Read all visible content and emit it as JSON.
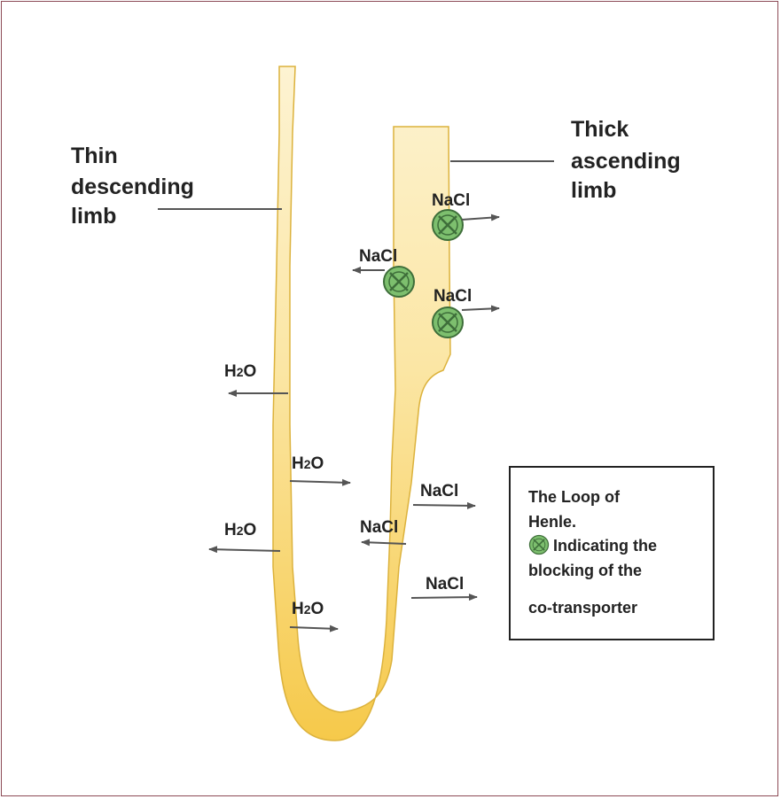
{
  "labels": {
    "thin_descending": [
      "Thin",
      "descending",
      "limb"
    ],
    "thick_ascending": [
      "Thick",
      "ascending",
      "limb"
    ]
  },
  "molecules": {
    "nacl": "NaCl",
    "water_h": "H",
    "water_sub": "2",
    "water_o": "O"
  },
  "legend": {
    "line1": "The Loop of",
    "line2": "Henle.",
    "line3": "Indicating the",
    "line4": "blocking of the",
    "line5": "co-transporter"
  },
  "colors": {
    "tubule_light": "#fdf3d2",
    "tubule_dark": "#f6c94a",
    "blocker_fill": "#7dbf6e",
    "blocker_stroke": "#3e6e3a",
    "border": "#8c4a55",
    "arrow": "#555555"
  },
  "icons": [
    "blocked-cotransporter-icon",
    "arrow-icon"
  ]
}
